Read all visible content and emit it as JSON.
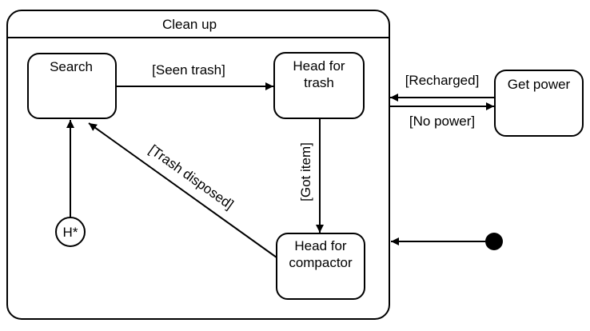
{
  "diagram": {
    "composite_state": {
      "title": "Clean up"
    },
    "states": {
      "search": "Search",
      "head_for_trash": [
        "Head for",
        "trash"
      ],
      "head_for_compactor": [
        "Head for",
        "compactor"
      ],
      "get_power": "Get power",
      "history": "H*"
    },
    "transitions": {
      "seen_trash": "[Seen trash]",
      "got_item": "[Got item]",
      "trash_disposed": "[Trash disposed]",
      "recharged": "[Recharged]",
      "no_power": "[No power]"
    }
  }
}
